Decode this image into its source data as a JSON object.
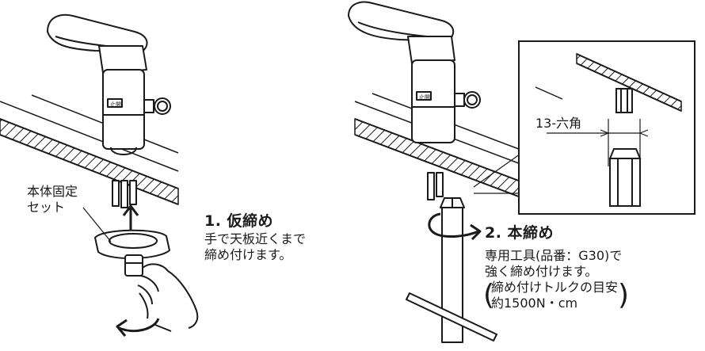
{
  "labels": {
    "fixing_set_line1": "本体固定",
    "fixing_set_line2": "セット",
    "hex_size": "13-六角"
  },
  "steps": [
    {
      "title": "1. 仮締め",
      "lines": [
        "手で天板近くまで",
        "締め付けます。"
      ]
    },
    {
      "title": "2. 本締め",
      "lines": [
        "専用工具(品番：G30)で",
        "強く締め付けます。"
      ],
      "note_lines": [
        "締め付けトルクの目安",
        "約1500N・cm"
      ]
    }
  ],
  "colors": {
    "line": "#1a1a1a",
    "hatch": "#1a1a1a",
    "paper": "#ffffff"
  },
  "icons": {
    "up_arrow": "arrow-up-icon",
    "rotate_left": "rotate-counterclockwise-icon",
    "rotate_right": "rotate-clockwise-icon"
  }
}
